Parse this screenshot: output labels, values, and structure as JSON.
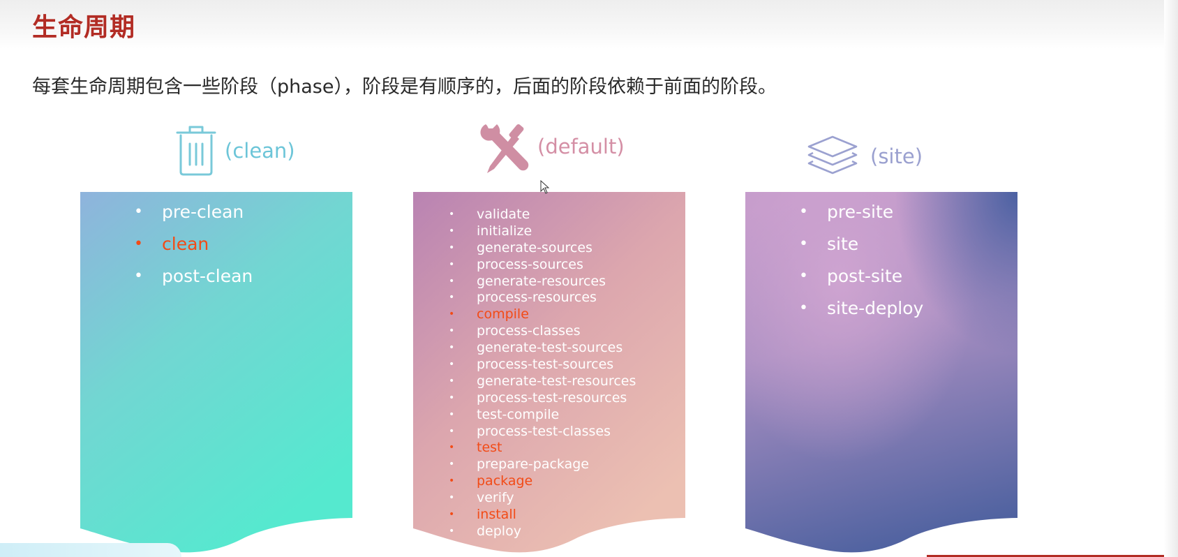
{
  "slide": {
    "title": "生命周期",
    "subtitle": "每套生命周期包含一些阶段（phase），阶段是有顺序的，后面的阶段依赖于前面的阶段。"
  },
  "columns": [
    {
      "id": "clean",
      "icon": "trash-icon",
      "label": "(clean)",
      "label_color": "#6cc5d8",
      "gradient": [
        "#8fb3dc",
        "#55e9cf"
      ],
      "items": [
        {
          "text": "pre-clean",
          "highlight": false
        },
        {
          "text": "clean",
          "highlight": true
        },
        {
          "text": "post-clean",
          "highlight": false
        }
      ]
    },
    {
      "id": "default",
      "icon": "wrench-screwdriver-icon",
      "label": "(default)",
      "label_color": "#d48fa5",
      "gradient": [
        "#b983b2",
        "#ecc0b2"
      ],
      "items": [
        {
          "text": "validate",
          "highlight": false
        },
        {
          "text": "initialize",
          "highlight": false
        },
        {
          "text": "generate-sources",
          "highlight": false
        },
        {
          "text": "process-sources",
          "highlight": false
        },
        {
          "text": "generate-resources",
          "highlight": false
        },
        {
          "text": "process-resources",
          "highlight": false
        },
        {
          "text": "compile",
          "highlight": true
        },
        {
          "text": "process-classes",
          "highlight": false
        },
        {
          "text": "generate-test-sources",
          "highlight": false
        },
        {
          "text": "process-test-sources",
          "highlight": false
        },
        {
          "text": "generate-test-resources",
          "highlight": false
        },
        {
          "text": "process-test-resources",
          "highlight": false
        },
        {
          "text": "test-compile",
          "highlight": false
        },
        {
          "text": "process-test-classes",
          "highlight": false
        },
        {
          "text": "test",
          "highlight": true
        },
        {
          "text": "prepare-package",
          "highlight": false
        },
        {
          "text": "package",
          "highlight": true
        },
        {
          "text": "verify",
          "highlight": false
        },
        {
          "text": "install",
          "highlight": true
        },
        {
          "text": "deploy",
          "highlight": false
        }
      ]
    },
    {
      "id": "site",
      "icon": "layers-icon",
      "label": "(site)",
      "label_color": "#9aa0cf",
      "gradient": [
        "#c49bcb",
        "#4f62a0"
      ],
      "items": [
        {
          "text": "pre-site",
          "highlight": false
        },
        {
          "text": "site",
          "highlight": false
        },
        {
          "text": "post-site",
          "highlight": false
        },
        {
          "text": "site-deploy",
          "highlight": false
        }
      ]
    }
  ],
  "colors": {
    "title": "#b22c24",
    "highlight": "#f24b17",
    "bullet_text": "#ffffff"
  }
}
